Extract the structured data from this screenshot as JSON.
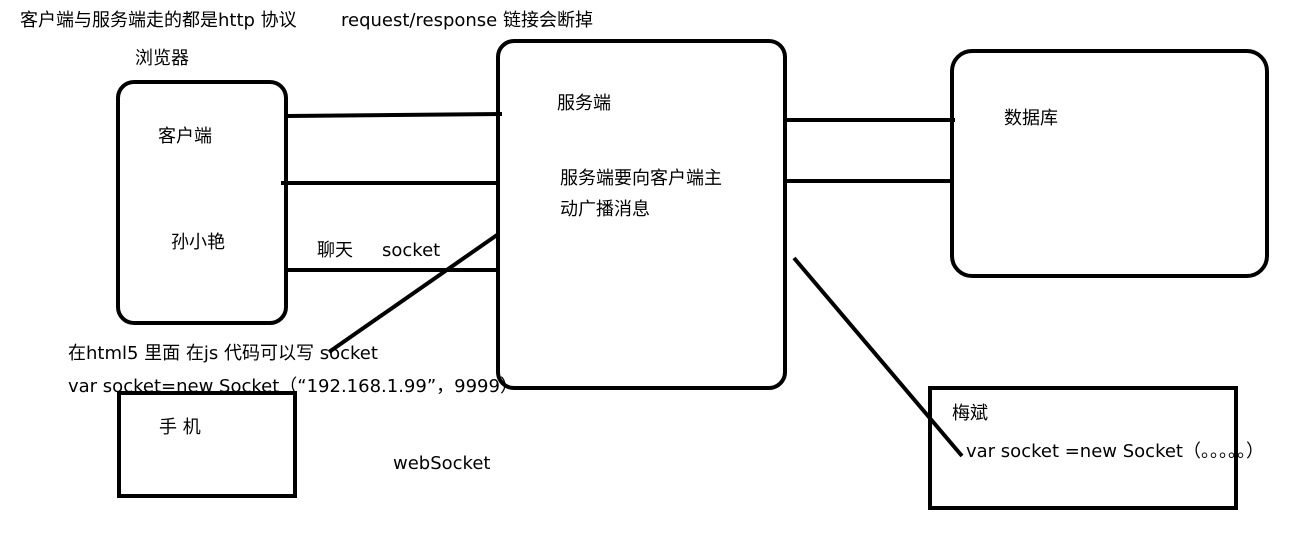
{
  "header": {
    "protocol_note": "客户端与服务端走的都是http 协议",
    "request_response_note": "request/response  链接会断掉"
  },
  "browser": {
    "caption": "浏览器",
    "client_label": "客户端",
    "user_name": "孙小艳"
  },
  "server": {
    "title": "服务端",
    "note_line1": "服务端要向客户端主",
    "note_line2": "动广播消息"
  },
  "database": {
    "label": "数据库"
  },
  "chat": {
    "label": "聊天",
    "socket_label": "socket"
  },
  "html5_note": {
    "line1": "在html5 里面 在js 代码可以写 socket",
    "line2": "var socket=new Socket（“192.168.1.99”，9999）"
  },
  "phone": {
    "label": "手 机"
  },
  "websocket_label": "webSocket",
  "meibin": {
    "name": "梅斌",
    "code": "var socket =new Socket（。。。。。）"
  },
  "colors": {
    "stroke": "#000000",
    "background": "#ffffff"
  }
}
